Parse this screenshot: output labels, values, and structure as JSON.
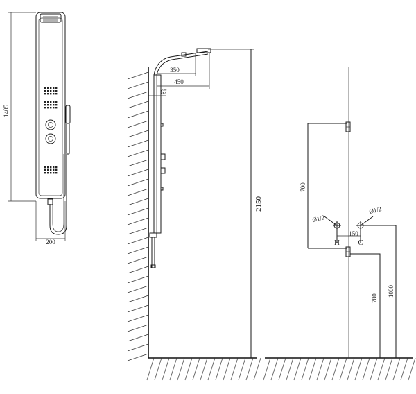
{
  "front_view": {
    "dim_height": "1405",
    "dim_width": "200"
  },
  "side_view": {
    "dim_reach_350": "350",
    "dim_reach_450": "450",
    "dim_offset_67": "67",
    "dim_total_height": "2150"
  },
  "plumbing_view": {
    "dim_riser_700": "700",
    "dim_spacing_150": "150",
    "dim_hot_780": "780",
    "dim_cold_1000": "1000",
    "label_hot": "H",
    "label_cold": "C",
    "pipe_size_left": "Ø1/2",
    "pipe_size_right": "Ø1/2"
  }
}
